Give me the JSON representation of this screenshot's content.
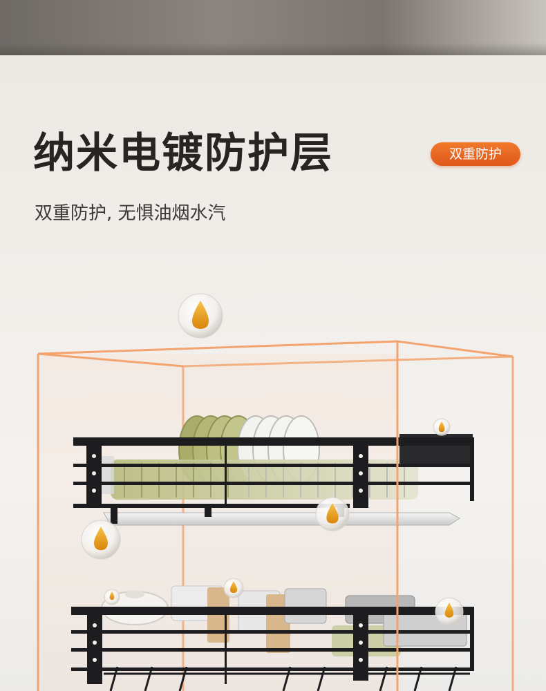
{
  "headline": "纳米电镀防护层",
  "badge": {
    "label": "双重防护",
    "color": "#e8631f"
  },
  "subtitle": "双重防护, 无惧油烟水汽",
  "colors": {
    "frame_orange": "#f3a36d",
    "rack_black": "#1d1d1f",
    "oil_amber": "#e59a14"
  },
  "icons": [
    "oil-droplet-icon"
  ]
}
